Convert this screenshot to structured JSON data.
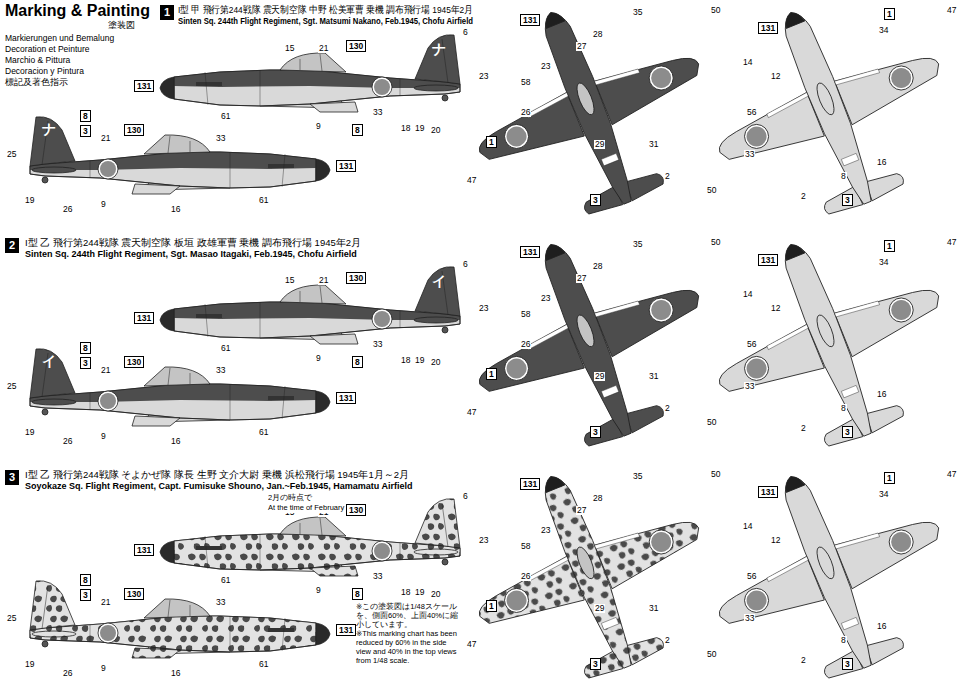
{
  "diagram": {
    "title": "Marking & Painting",
    "nodes": [
      {
        "text": [
          "1"
        ]
      },
      {
        "text": [
          "131"
        ]
      },
      {
        "text": [
          "130"
        ]
      },
      {
        "text": [
          "8"
        ]
      },
      {
        "text": [
          "8"
        ]
      },
      {
        "text": [
          "3"
        ]
      },
      {
        "text": [
          "130"
        ]
      },
      {
        "text": [
          "131"
        ]
      },
      {
        "text": [
          "131"
        ]
      },
      {
        "text": [
          "1"
        ]
      },
      {
        "text": [
          "3"
        ]
      },
      {
        "text": [
          "131"
        ]
      },
      {
        "text": [
          "1"
        ]
      },
      {
        "text": [
          "3"
        ]
      },
      {
        "text": [
          "2"
        ]
      },
      {
        "text": [
          "131"
        ]
      },
      {
        "text": [
          "130"
        ]
      },
      {
        "text": [
          "8"
        ]
      },
      {
        "text": [
          "8"
        ]
      },
      {
        "text": [
          "3"
        ]
      },
      {
        "text": [
          "130"
        ]
      },
      {
        "text": [
          "131"
        ]
      },
      {
        "text": [
          "131"
        ]
      },
      {
        "text": [
          "1"
        ]
      },
      {
        "text": [
          "3"
        ]
      },
      {
        "text": [
          "131"
        ]
      },
      {
        "text": [
          "1"
        ]
      },
      {
        "text": [
          "3"
        ]
      },
      {
        "text": [
          "3"
        ]
      },
      {
        "text": [
          "131"
        ]
      },
      {
        "text": [
          "130"
        ]
      },
      {
        "text": [
          "8"
        ]
      },
      {
        "text": [
          "8"
        ]
      },
      {
        "text": [
          "3"
        ]
      },
      {
        "text": [
          "130"
        ]
      },
      {
        "text": [
          "131"
        ]
      },
      {
        "text": [
          "131"
        ]
      },
      {
        "text": [
          "1"
        ]
      },
      {
        "text": [
          "3"
        ]
      },
      {
        "text": [
          "131"
        ]
      },
      {
        "text": [
          "1"
        ]
      },
      {
        "text": [
          "3"
        ]
      }
    ],
    "labels": [
      "Markierungen und Bemalung",
      "Decoration et Peinture",
      "Marchio & Pittura",
      "Decoracion y Pintura",
      "標記及著色指示",
      "塗装図",
      "I型 甲 飛行第244戦隊 震天制空隊 中野 松美軍曹 乗機 調布飛行場 1945年2月",
      "Sinten Sq. 244th Flight Regiment, Sgt. Matsumi Nakano, Feb.1945, Chofu Airfield",
      "15",
      "21",
      "6",
      "23",
      "61",
      "9",
      "33",
      "18",
      "19",
      "20",
      "25",
      "21",
      "33",
      "9",
      "16",
      "61",
      "26",
      "19",
      "50",
      "35",
      "28",
      "27",
      "58",
      "23",
      "29",
      "31",
      "47",
      "2",
      "26",
      "47",
      "34",
      "14",
      "12",
      "33",
      "56",
      "50",
      "8",
      "2",
      "16",
      "ナ",
      "ナ",
      "I型 乙 飛行第244戦隊 震天制空隊 板垣 政雄軍曹 乗機 調布飛行場 1945年2月",
      "Sinten Sq. 244th Flight Regiment, Sgt. Masao Itagaki, Feb.1945, Chofu Airfield",
      "15",
      "21",
      "6",
      "23",
      "61",
      "9",
      "33",
      "18",
      "19",
      "20",
      "25",
      "21",
      "33",
      "9",
      "16",
      "61",
      "26",
      "19",
      "50",
      "35",
      "28",
      "27",
      "58",
      "23",
      "29",
      "31",
      "47",
      "2",
      "26",
      "47",
      "34",
      "14",
      "12",
      "33",
      "56",
      "50",
      "8",
      "2",
      "16",
      "イ",
      "イ",
      "I型 乙 飛行第244戦隊 そよかぜ隊 隊長 生野 文介大尉 乗機 浜松飛行場 1945年1月～2月",
      "Soyokaze Sq. Flight Regiment, Capt. Fumisuke Shouno, Jan.~Feb.1945, Hamamatu Airfield",
      "15",
      "21",
      "6",
      "23",
      "61",
      "9",
      "33",
      "18",
      "19",
      "20",
      "25",
      "21",
      "33",
      "9",
      "16",
      "61",
      "26",
      "19",
      "50",
      "35",
      "28",
      "27",
      "58",
      "23",
      "29",
      "31",
      "47",
      "2",
      "26",
      "47",
      "34",
      "14",
      "12",
      "33",
      "56",
      "50",
      "8",
      "2",
      "16",
      "2月の時点で",
      "At the time of February",
      "※この塗装図は1/48スケールを、側面60%、上面40%に縮小しています。",
      "※This marking chart has been reduced by 60% in the side view and 40% in the top views from 1/48 scale."
    ]
  }
}
